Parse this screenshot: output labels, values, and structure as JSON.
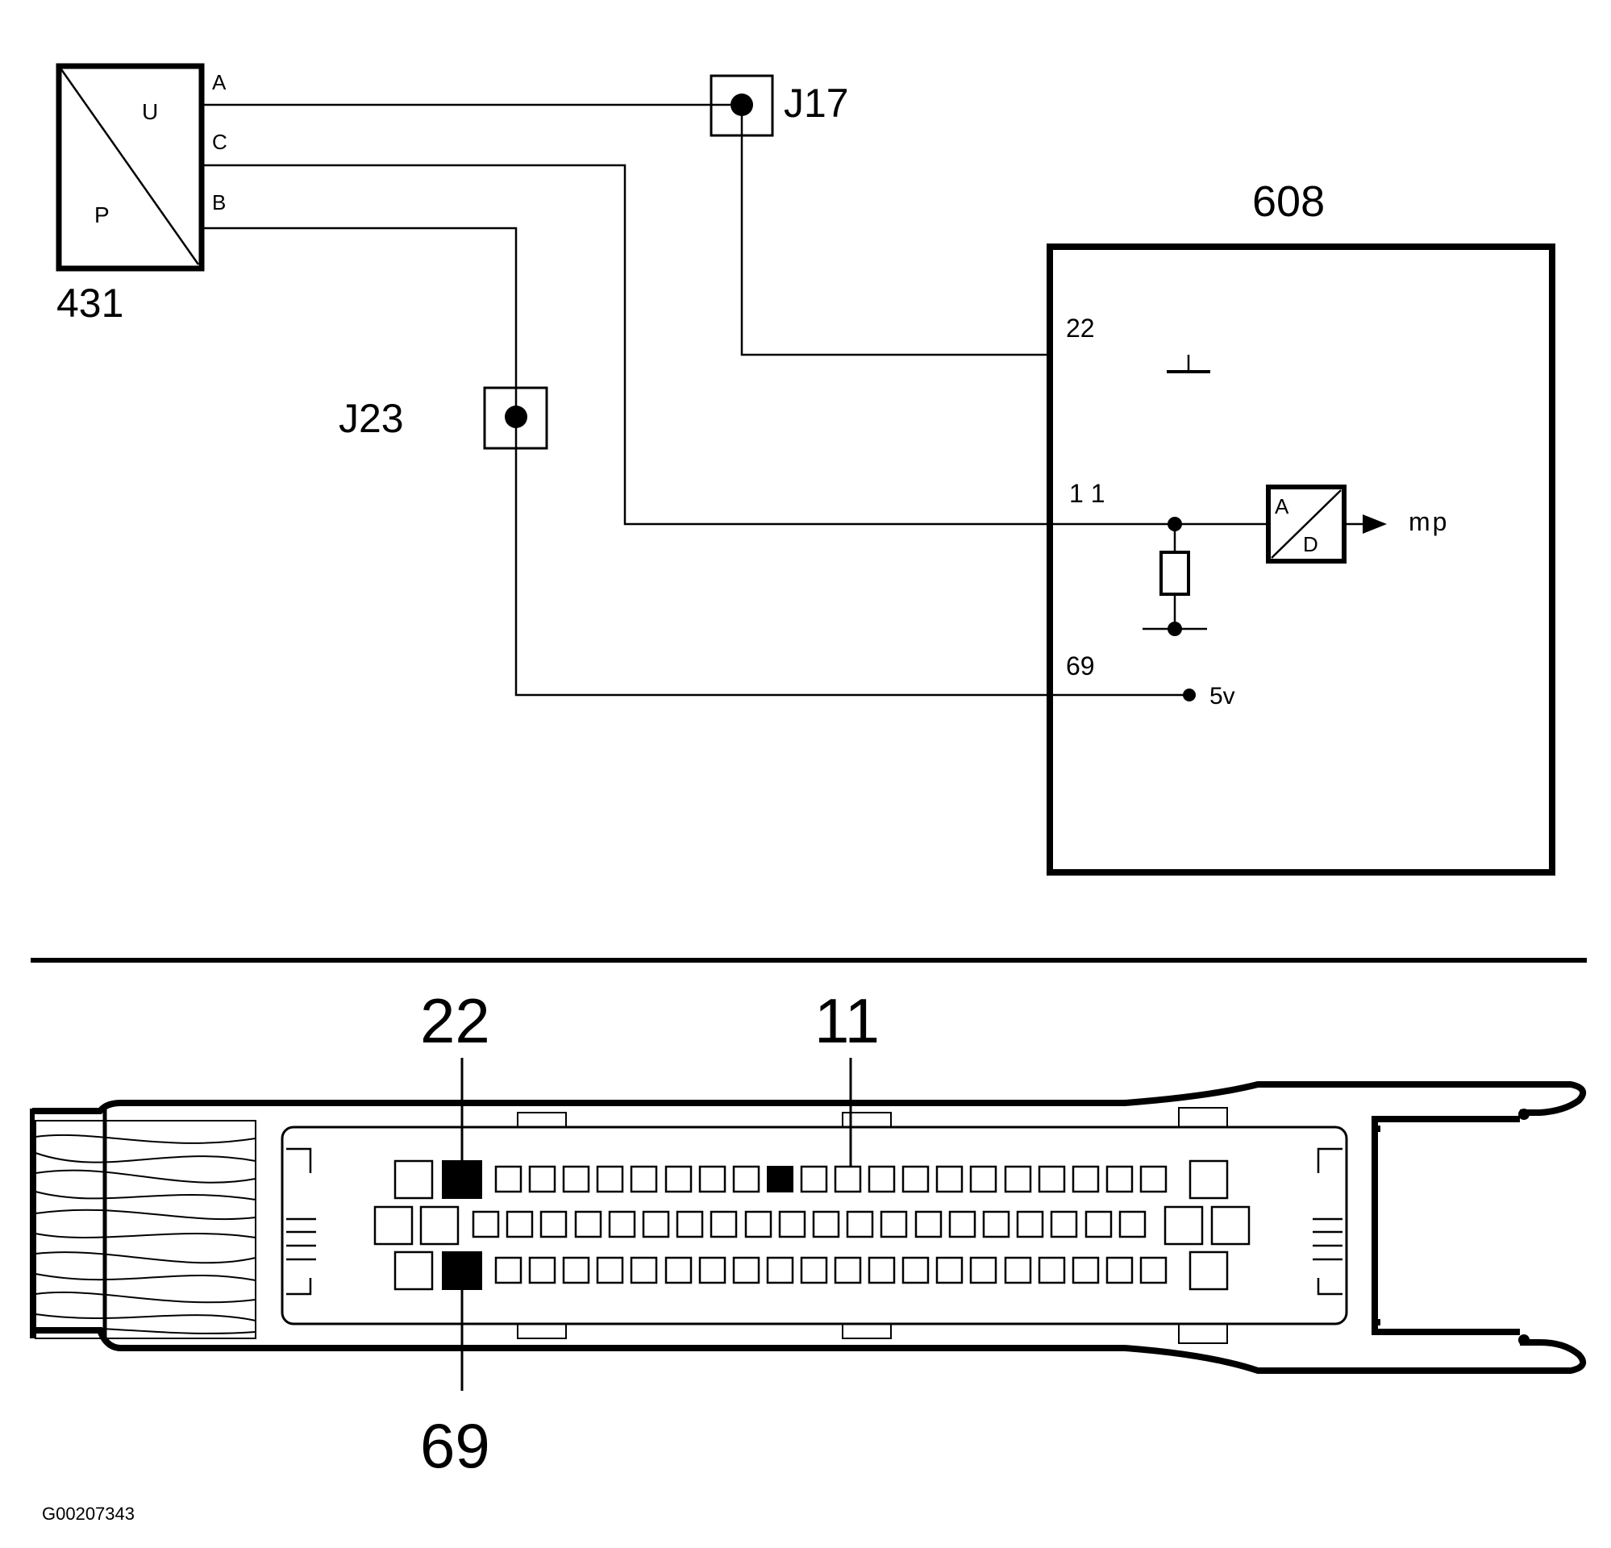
{
  "sensor": {
    "number": "431",
    "top_label": "U",
    "bottom_label": "P",
    "pins": [
      "A",
      "C",
      "B"
    ]
  },
  "junctions": {
    "j17": "J17",
    "j23": "J23"
  },
  "ecu": {
    "number": "608",
    "pin_22": "22",
    "pin_11": "1 1",
    "pin_69": "69",
    "supply": "5v",
    "adc_top": "A",
    "adc_bottom": "D",
    "output": "mp"
  },
  "connector": {
    "pin_top_left": "22",
    "pin_top_right": "11",
    "pin_bottom": "69"
  },
  "figure_id": "G00207343"
}
